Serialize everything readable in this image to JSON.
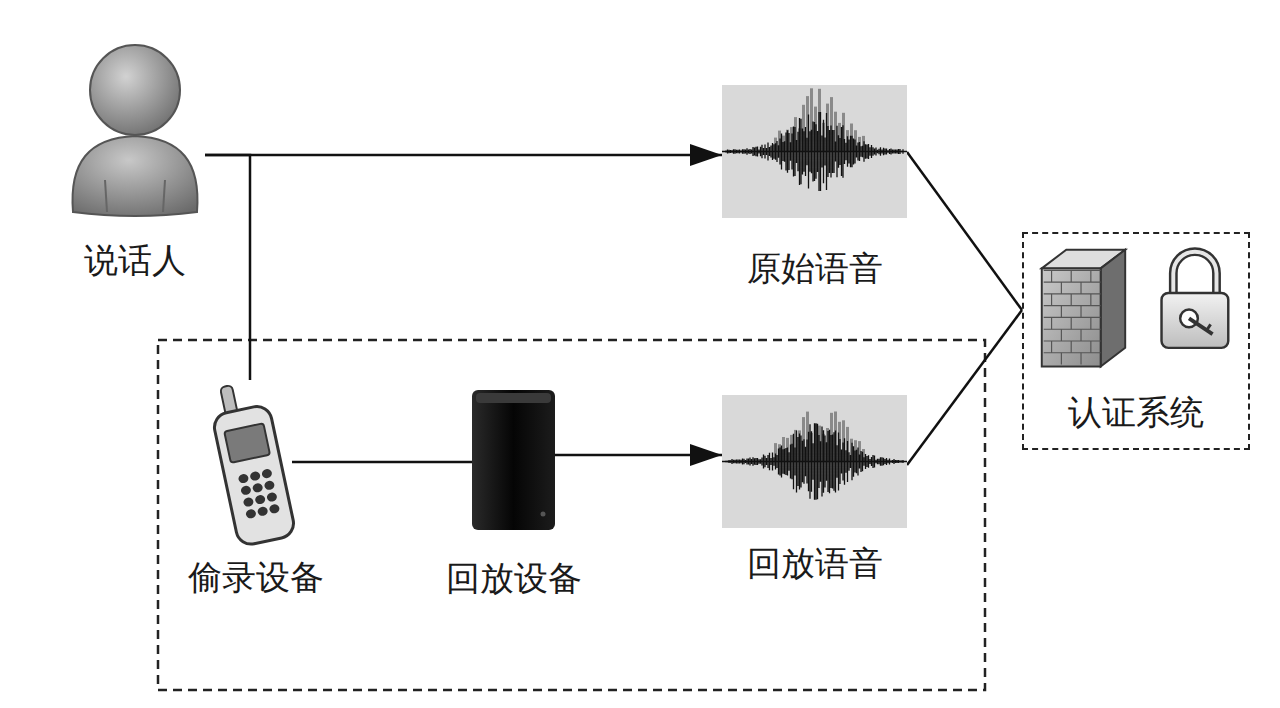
{
  "diagram": {
    "nodes": [
      {
        "text": [
          "说话人"
        ]
      },
      {
        "text": [
          "原始语音"
        ]
      },
      {
        "text": [
          "认证系统"
        ]
      },
      {
        "text": [
          "偷录设备"
        ]
      },
      {
        "text": [
          "回放设备"
        ]
      },
      {
        "text": [
          "回放语音"
        ]
      }
    ],
    "edges": [
      {
        "from": 0,
        "to": 1,
        "arrow": "to"
      },
      {
        "from": 0,
        "to": 3,
        "arrow": "none"
      },
      {
        "from": 3,
        "to": 4,
        "arrow": "none"
      },
      {
        "from": 4,
        "to": 5,
        "arrow": "to"
      },
      {
        "from": 1,
        "to": 2,
        "arrow": "none"
      },
      {
        "from": 5,
        "to": 2,
        "arrow": "none"
      }
    ]
  }
}
